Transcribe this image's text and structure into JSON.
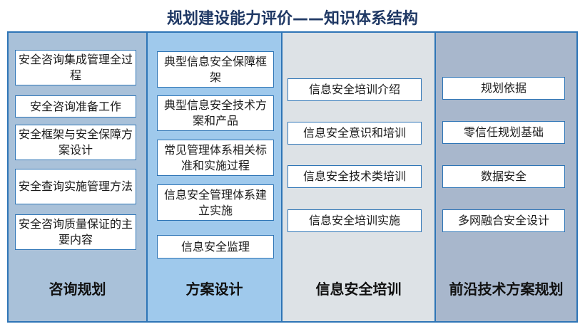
{
  "title": "规划建设能力评价——知识体系结构",
  "columns": [
    {
      "label": "咨询规划",
      "items": [
        "安全咨询集成管理全过程",
        "安全咨询准备工作",
        "安全框架与安全保障方案设计",
        "安全查询实施管理方法",
        "安全咨询质量保证的主要内容"
      ]
    },
    {
      "label": "方案设计",
      "items": [
        "典型信息安全保障框架",
        "典型信息安全技术方案和产品",
        "常见管理体系相关标准和实施过程",
        "信息安全管理体系建立实施",
        "信息安全监理"
      ]
    },
    {
      "label": "信息安全培训",
      "items": [
        "信息安全培训介绍",
        "信息安全意识和培训",
        "信息安全技术类培训",
        "信息安全培训实施"
      ]
    },
    {
      "label": "前沿技术方案规划",
      "items": [
        "规划依据",
        "零信任规划基础",
        "数据安全",
        "多网融合安全设计"
      ]
    }
  ]
}
